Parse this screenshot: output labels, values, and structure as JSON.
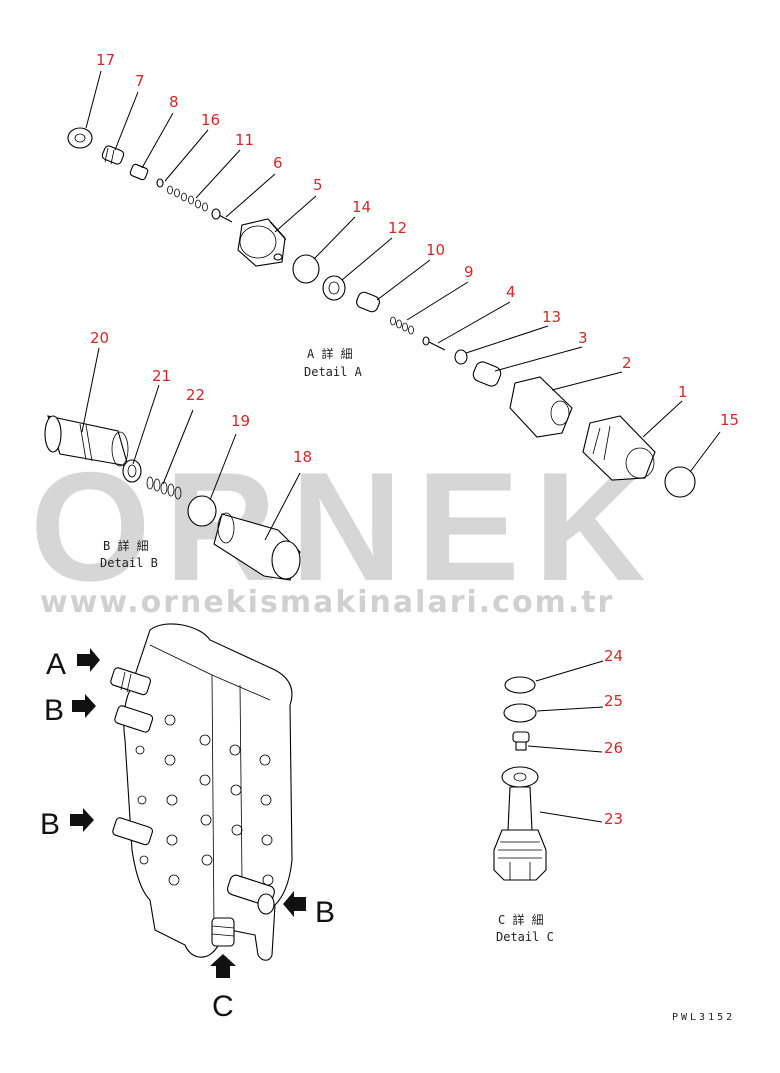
{
  "watermark": {
    "brand": "ORNEK",
    "url": "www.ornekismakinalari.com.tr"
  },
  "details": {
    "a": {
      "jp": "A 詳 細",
      "en": "Detail A"
    },
    "b": {
      "jp": "B 詳 細",
      "en": "Detail B"
    },
    "c": {
      "jp": "C 詳 細",
      "en": "Detail C"
    }
  },
  "view_arrows": {
    "a": "A",
    "b_top": "B",
    "b_mid": "B",
    "b_right": "B",
    "c": "C"
  },
  "part_numbers": {
    "p1": "1",
    "p2": "2",
    "p3": "3",
    "p4": "4",
    "p5": "5",
    "p6": "6",
    "p7": "7",
    "p8": "8",
    "p9": "9",
    "p10": "10",
    "p11": "11",
    "p12": "12",
    "p13": "13",
    "p14": "14",
    "p15": "15",
    "p16": "16",
    "p17": "17",
    "p18": "18",
    "p19": "19",
    "p20": "20",
    "p21": "21",
    "p22": "22",
    "p23": "23",
    "p24": "24",
    "p25": "25",
    "p26": "26"
  },
  "drawing_code": "PWL3152",
  "colors": {
    "part_number": "#d42828",
    "watermark": "#d6d6d6",
    "line": "#000000"
  }
}
